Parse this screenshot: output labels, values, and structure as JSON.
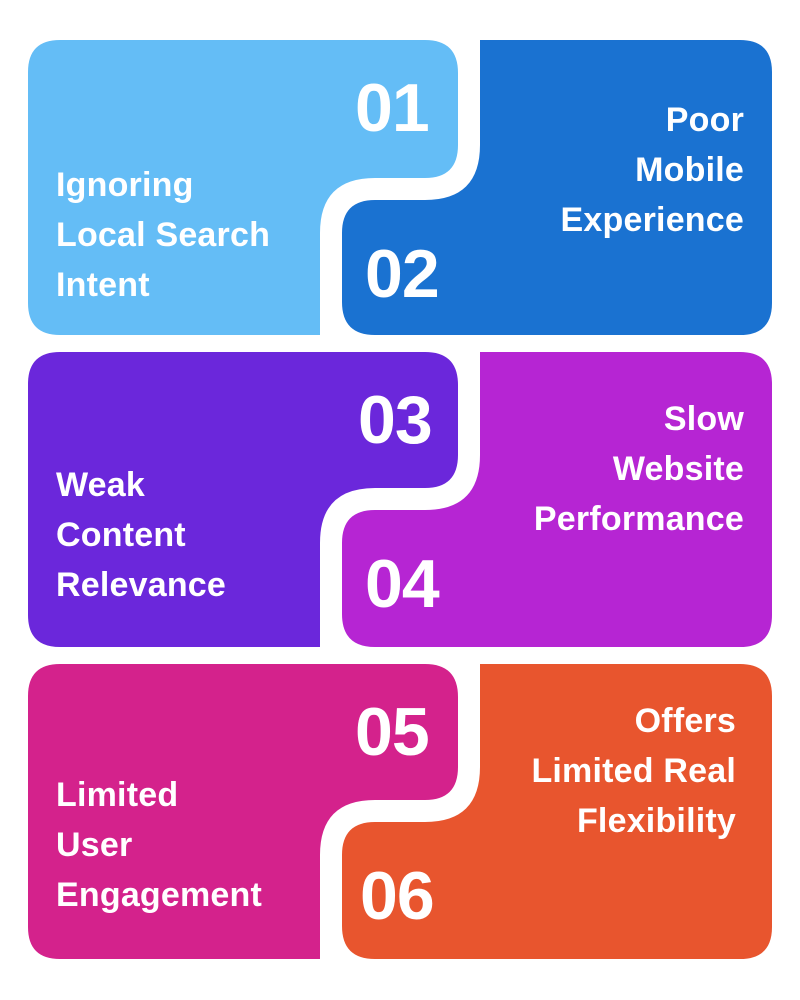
{
  "items": [
    {
      "number": "01",
      "lines": [
        "Ignoring",
        "Local Search",
        "Intent"
      ],
      "color": "#64BDF6"
    },
    {
      "number": "02",
      "lines": [
        "Poor",
        "Mobile",
        "Experience"
      ],
      "color": "#1A72D1"
    },
    {
      "number": "03",
      "lines": [
        "Weak",
        "Content",
        "Relevance"
      ],
      "color": "#6B27DB"
    },
    {
      "number": "04",
      "lines": [
        "Slow ",
        "Website",
        "Performance"
      ],
      "color": "#B625D3"
    },
    {
      "number": "05",
      "lines": [
        "Limited",
        "User",
        "Engagement"
      ],
      "color": "#D4228C"
    },
    {
      "number": "06",
      "lines": [
        "Offers",
        "Limited Real",
        "Flexibility"
      ],
      "color": "#E8552E"
    }
  ]
}
